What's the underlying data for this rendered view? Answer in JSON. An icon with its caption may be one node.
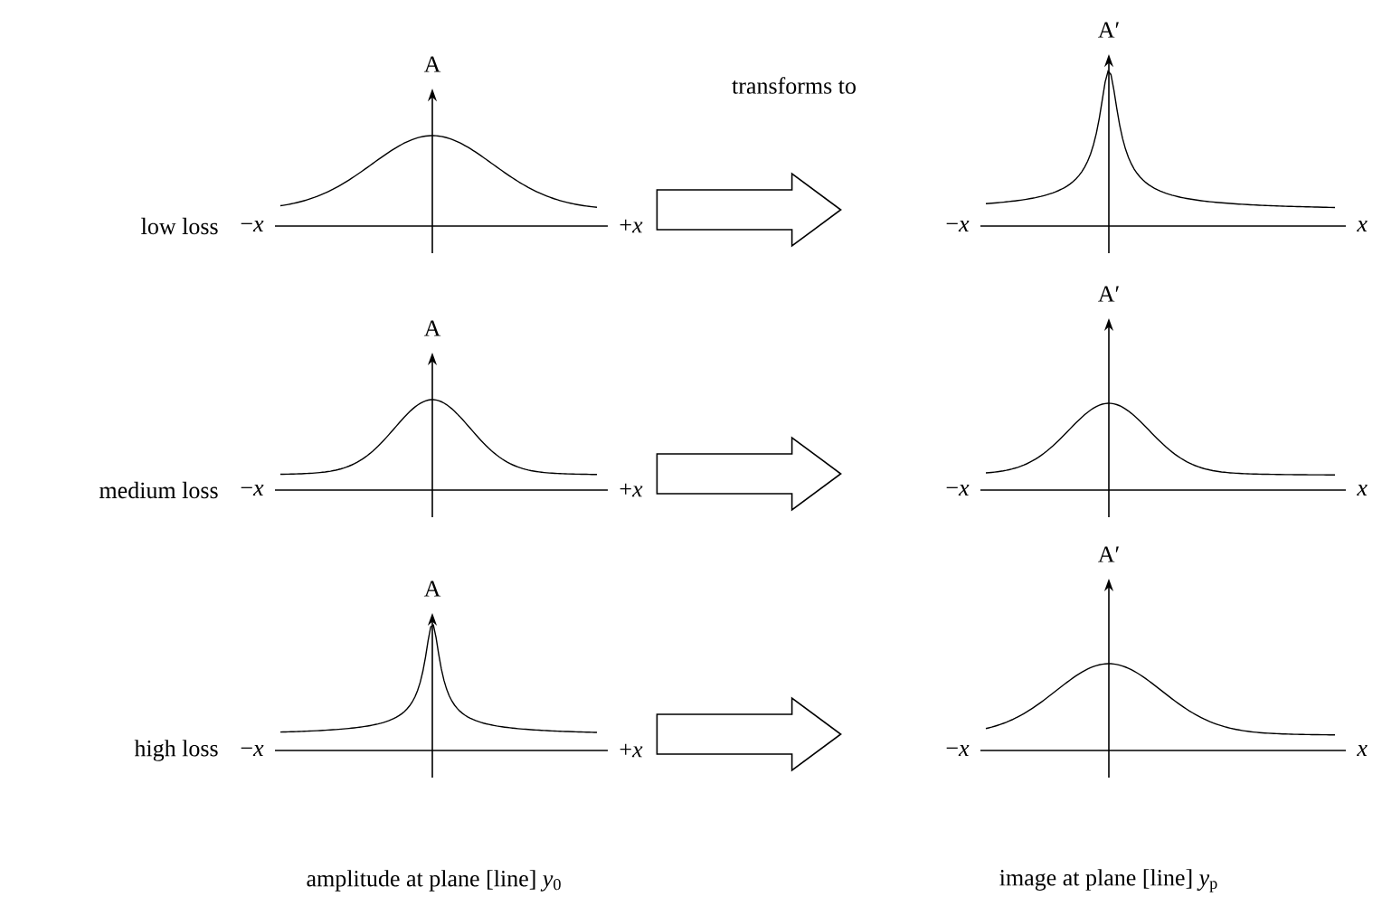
{
  "diagram": {
    "nodes": [
      {
        "text": [],
        "shape": "picture"
      },
      {
        "text": [],
        "shape": "picture"
      },
      {
        "text": [],
        "shape": "picture"
      },
      {
        "text": [],
        "shape": "picture"
      },
      {
        "text": [],
        "shape": "picture"
      },
      {
        "text": [],
        "shape": "picture"
      }
    ],
    "edges": [
      {
        "from": 0,
        "to": 1,
        "arrow": "to",
        "label": "transforms to"
      },
      {
        "from": 2,
        "to": 3,
        "arrow": "to"
      },
      {
        "from": 4,
        "to": 5,
        "arrow": "to"
      }
    ],
    "labels": [
      "A",
      "A′",
      "low loss",
      "−*x*",
      "+*x*",
      "−*x*",
      "x",
      "A",
      "A′",
      "medium loss",
      "−*x*",
      "+*x*",
      "−*x*",
      "x",
      "A",
      "A′",
      "high loss",
      "−*x*",
      "+*x*",
      "−*x*",
      "x",
      "amplitude at plane [line] *y*$_{0}$",
      "image at plane [line] *y*$_{p}$"
    ]
  }
}
